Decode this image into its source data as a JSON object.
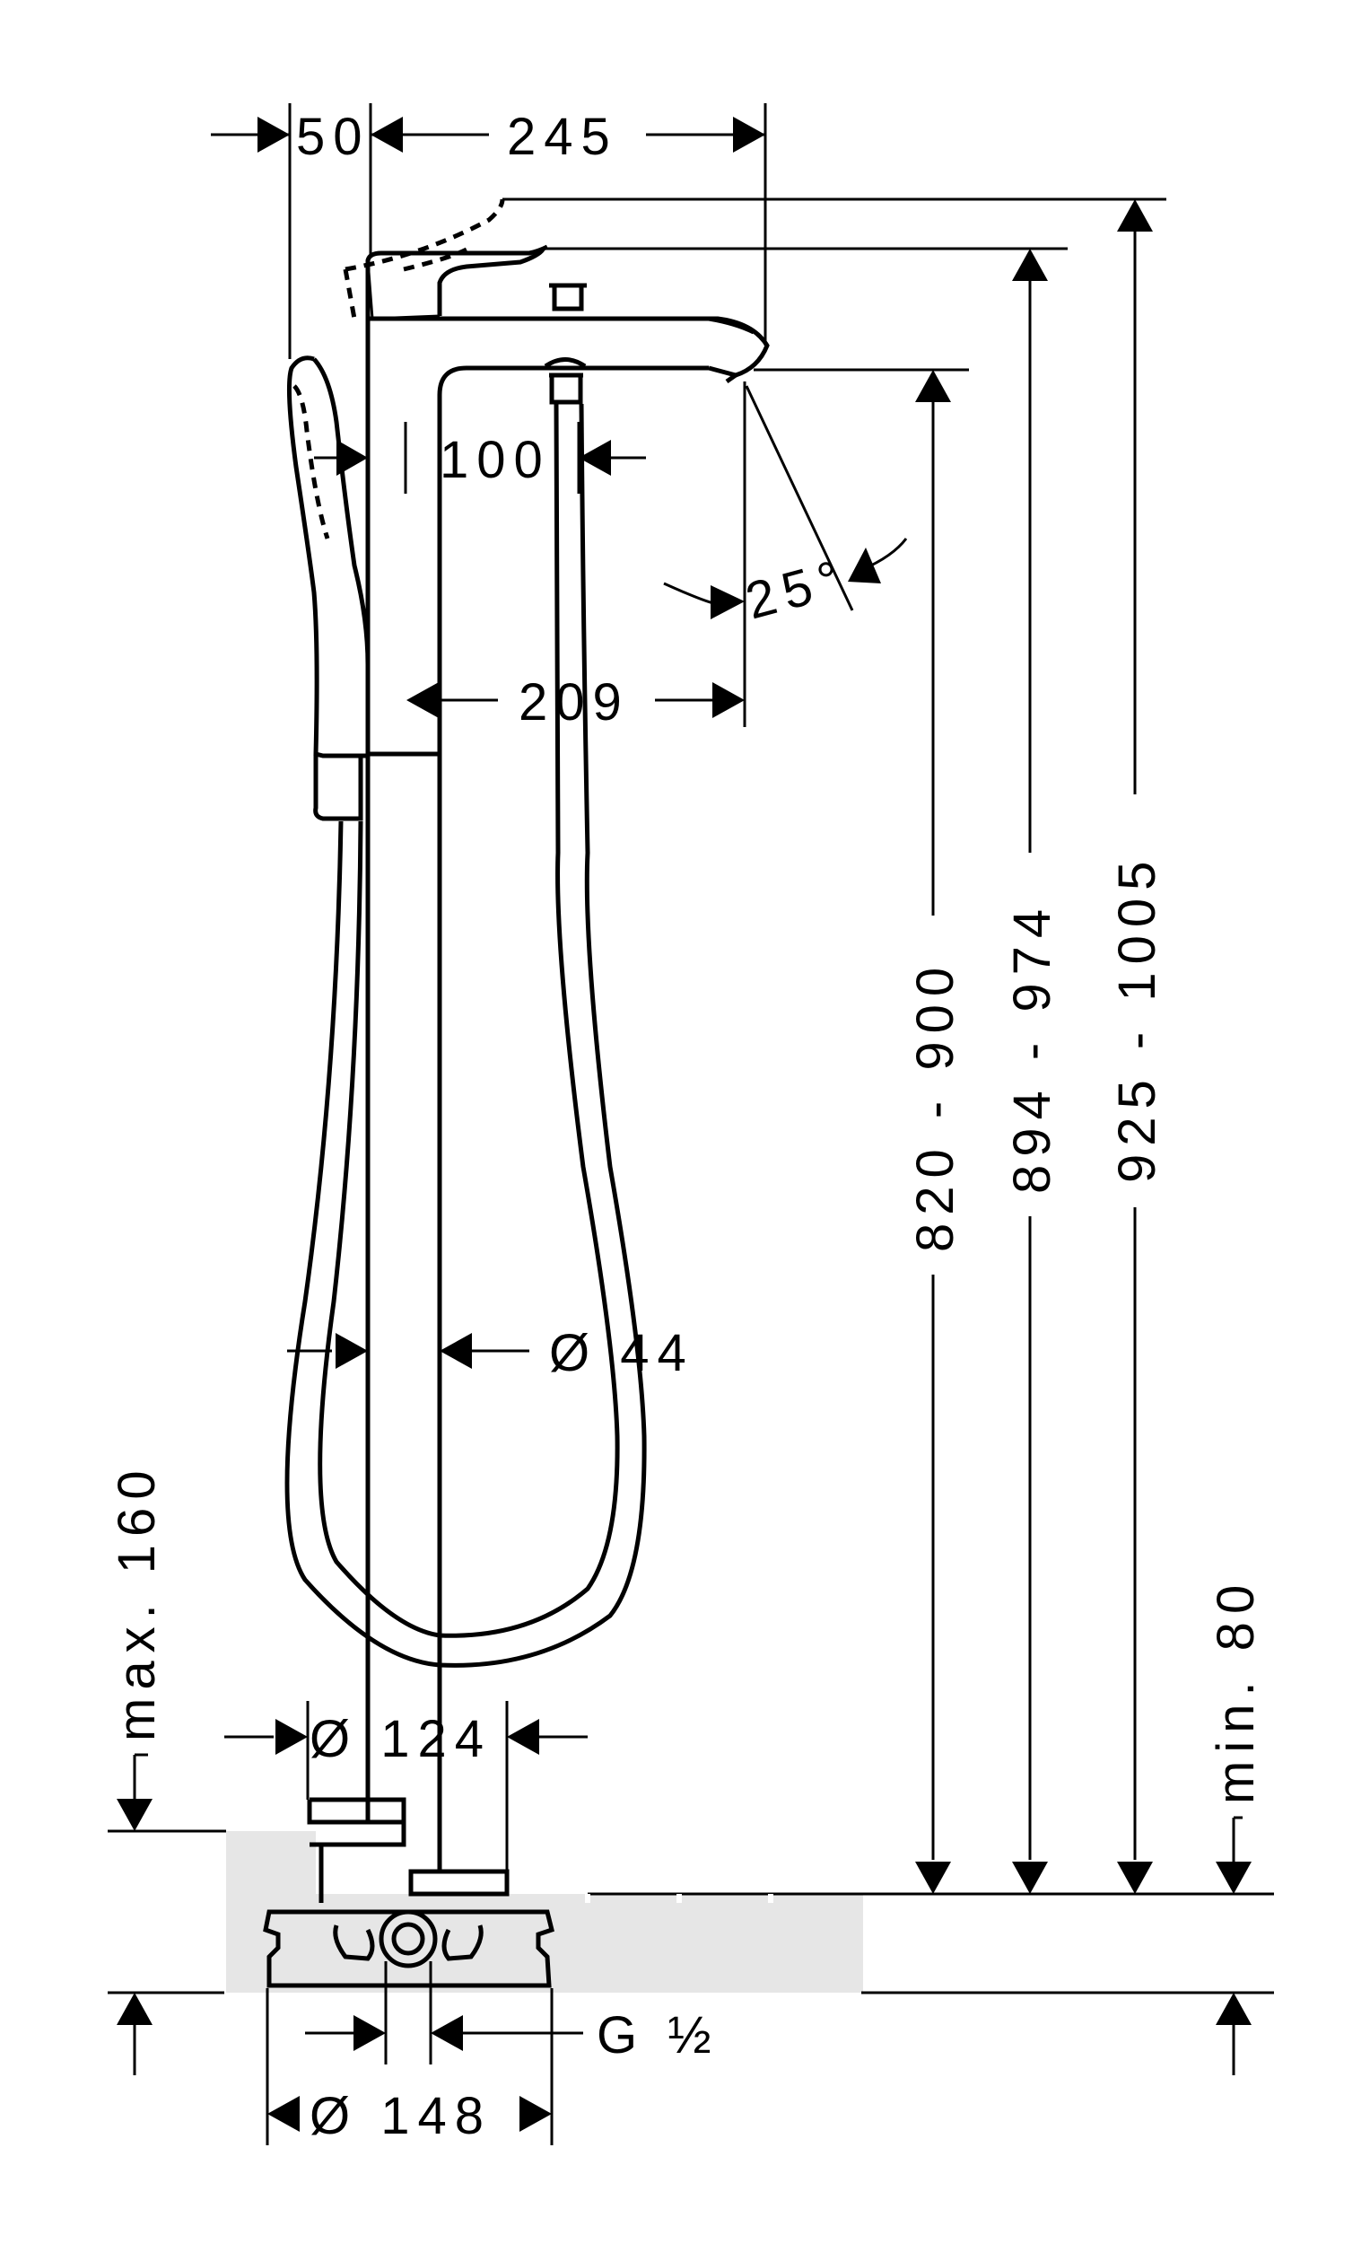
{
  "dimensions": {
    "offset_top_left": "50",
    "spout_reach_top": "245",
    "handshower_gap": "100",
    "spout_angle": "25°",
    "spout_reach_column": "209",
    "column_diameter": "Ø 44",
    "spout_height_range": "820 - 900",
    "lever_height_range": "894 - 974",
    "total_height_range": "925 - 1005",
    "escutcheon_depth": "max. 160",
    "floor_min": "min. 80",
    "escutcheon_diameter": "Ø 124",
    "connection_thread": "G ½",
    "base_diameter": "Ø 148"
  },
  "colors": {
    "line": "#000000",
    "floor_fill": "#e6e6e6",
    "background": "#ffffff"
  }
}
